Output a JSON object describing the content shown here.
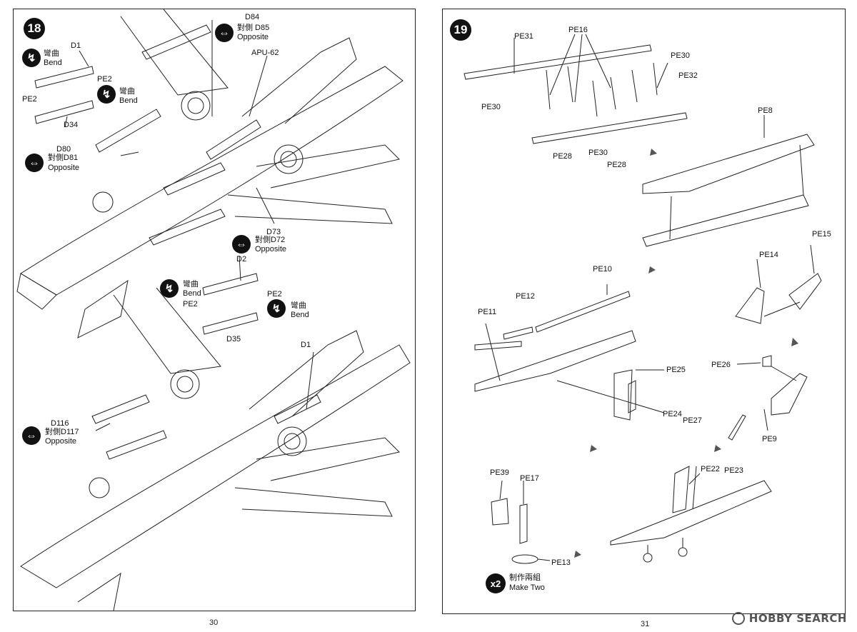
{
  "left": {
    "step": "18",
    "page_number": "30",
    "labels": {
      "d84": "D84",
      "d85_cn": "對側 D85",
      "d85_en": "Opposite",
      "apu62": "APU-62",
      "d1_top": "D1",
      "bend1_cn": "彎曲",
      "bend1_en": "Bend",
      "pe2_a": "PE2",
      "pe2_b": "PE2",
      "bend2_cn": "彎曲",
      "bend2_en": "Bend",
      "d34": "D34",
      "d80": "D80",
      "d81_cn": "對側D81",
      "d81_en": "Opposite",
      "d73": "D73",
      "d72_cn": "對側D72",
      "d72_en": "Opposite",
      "d2": "D2",
      "bend3_cn": "彎曲",
      "bend3_en": "Bend",
      "pe2_c": "PE2",
      "pe2_d": "PE2",
      "bend4_cn": "彎曲",
      "bend4_en": "Bend",
      "d35": "D35",
      "d1_bottom": "D1",
      "d116": "D116",
      "d117_cn": "對側D117",
      "d117_en": "Opposite"
    }
  },
  "right": {
    "step": "19",
    "page_number": "31",
    "labels": {
      "pe31": "PE31",
      "pe16": "PE16",
      "pe30_a": "PE30",
      "pe32": "PE32",
      "pe30_b": "PE30",
      "pe28_a": "PE28",
      "pe30_c": "PE30",
      "pe28_b": "PE28",
      "pe8": "PE8",
      "pe15": "PE15",
      "pe14": "PE14",
      "pe10": "PE10",
      "pe12": "PE12",
      "pe11": "PE11",
      "pe25": "PE25",
      "pe26": "PE26",
      "pe24": "PE24",
      "pe27": "PE27",
      "pe9": "PE9",
      "pe39": "PE39",
      "pe17": "PE17",
      "pe22": "PE22",
      "pe23": "PE23",
      "pe13": "PE13",
      "x2": "x2",
      "make_two_cn": "制作兩組",
      "make_two_en": "Make Two"
    }
  },
  "watermark": "HOBBY SEARCH"
}
